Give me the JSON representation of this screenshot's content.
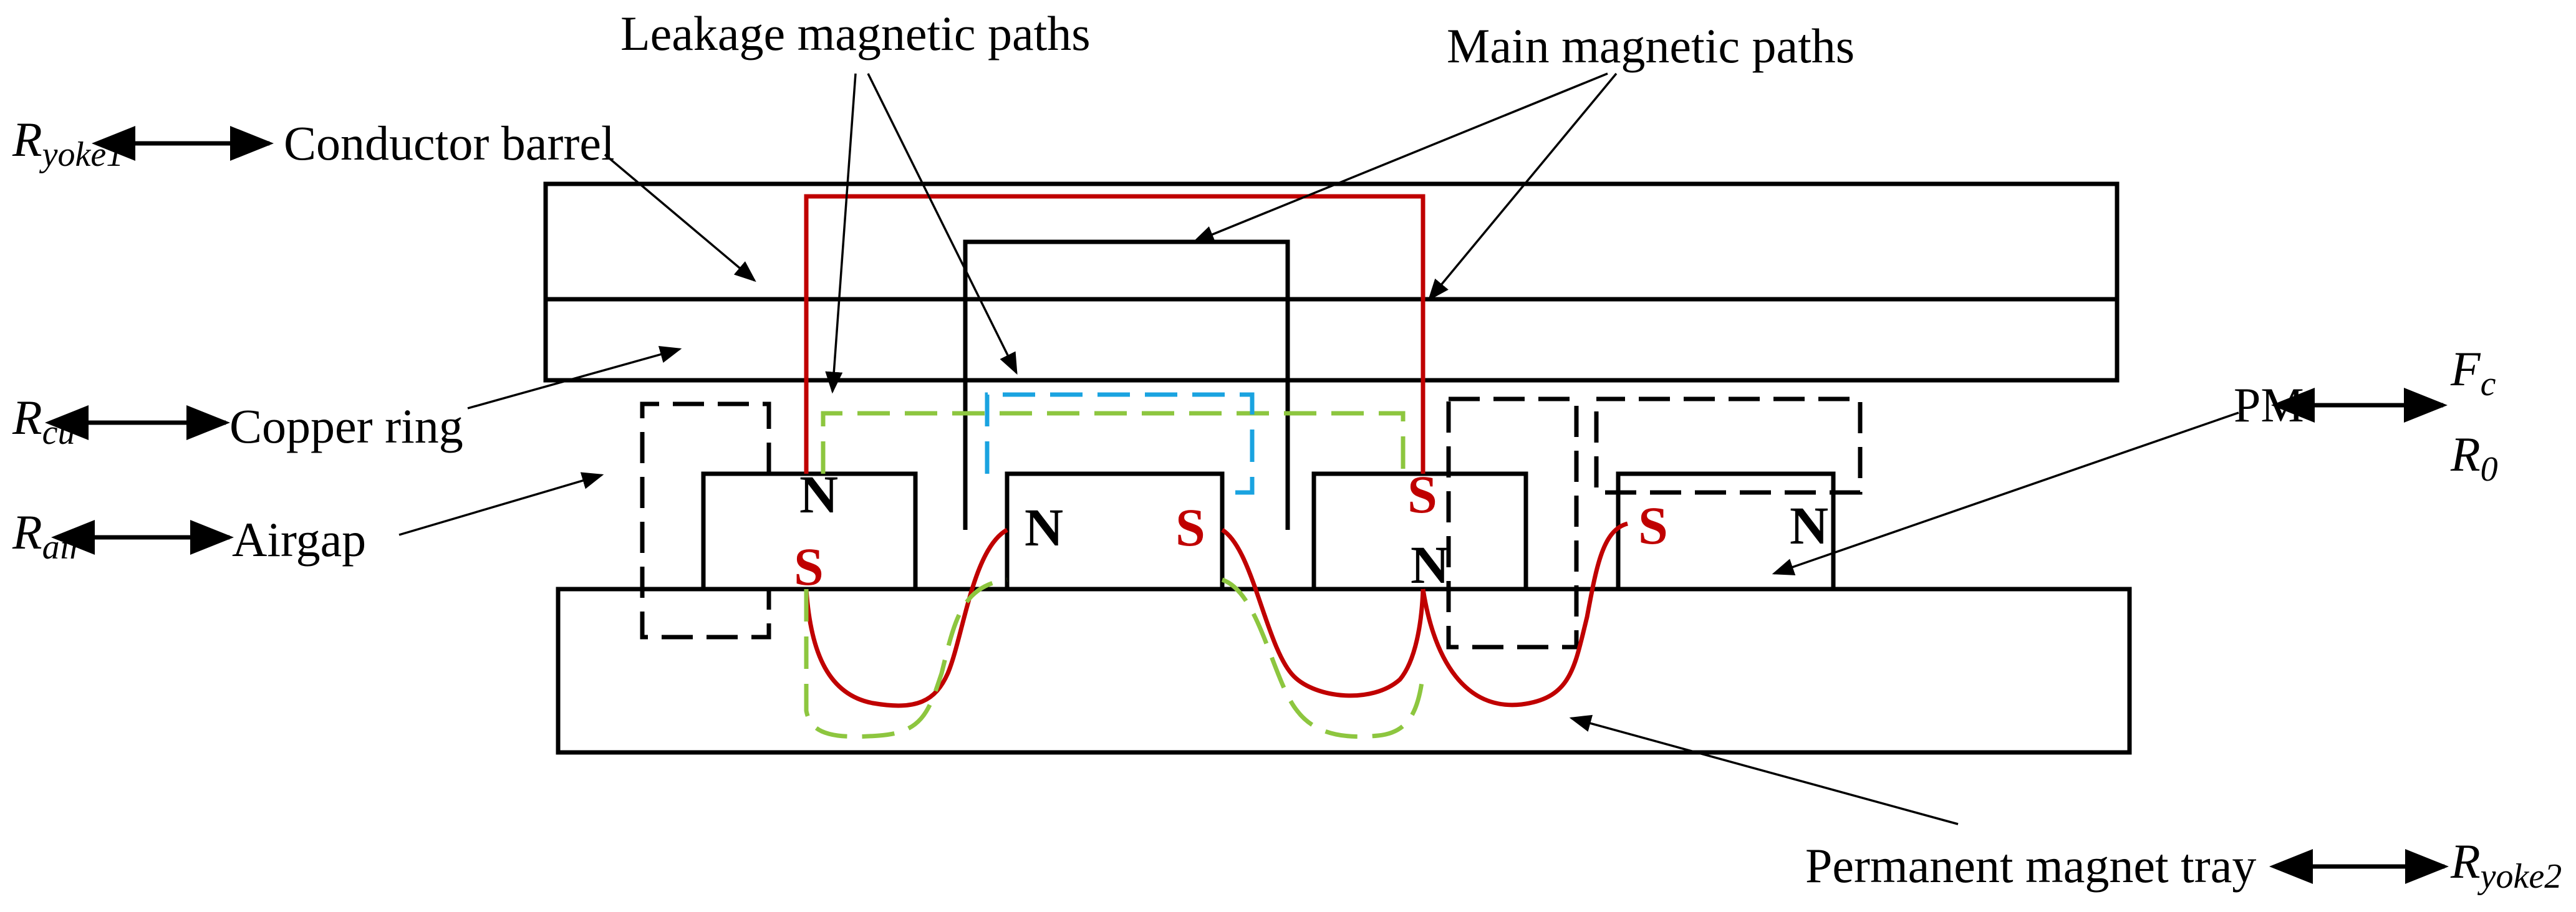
{
  "labels": {
    "leakage_paths": "Leakage magnetic paths",
    "main_paths": "Main magnetic paths",
    "conductor_barrel": "Conductor barrel",
    "copper_ring": "Copper ring",
    "airgap": "Airgap",
    "pm": "PM",
    "pm_tray": "Permanent magnet tray"
  },
  "symbols": {
    "ryoke1": {
      "base": "R",
      "sub": "yoke1"
    },
    "rcu": {
      "base": "R",
      "sub": "cu"
    },
    "rair": {
      "base": "R",
      "sub": "air"
    },
    "fc": {
      "base": "F",
      "sub": "c"
    },
    "r0": {
      "base": "R",
      "sub": "0"
    },
    "ryoke2": {
      "base": "R",
      "sub": "yoke2"
    }
  },
  "poles": {
    "m1_top": "N",
    "m1_bottom": "S",
    "m2_left": "N",
    "m2_right": "S",
    "m3_top": "S",
    "m3_bottom": "N",
    "m4_left": "S",
    "m4_right": "N"
  },
  "colors": {
    "main_path": "#c00000",
    "leakage_green": "#8dc63f",
    "leakage_blue": "#1aa3e0",
    "outline": "#000000",
    "pole_red": "#c00000"
  }
}
